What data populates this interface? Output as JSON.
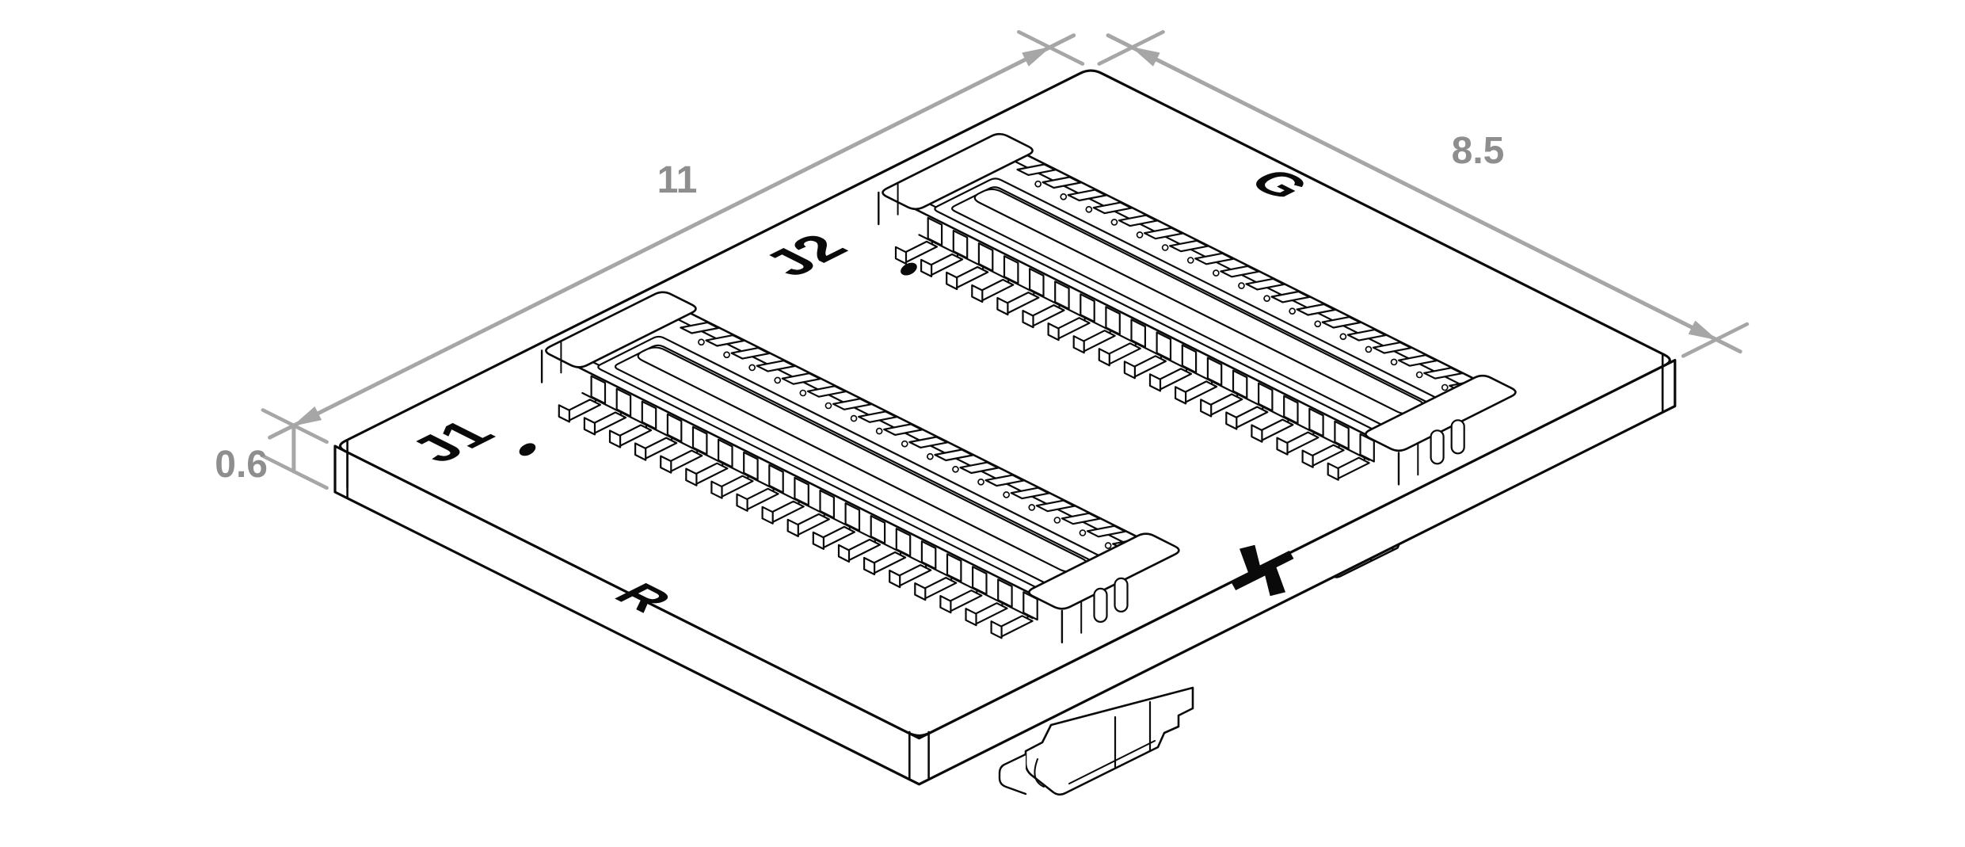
{
  "drawing": {
    "title": "pcb-connector-isometric-drawing",
    "background": "#ffffff",
    "line_color": "#0a0a0a",
    "dimension_color": "#a6a6a6",
    "dimension_text_color": "#8e8e8e",
    "dimensions": {
      "board_length": {
        "value": "11"
      },
      "board_width": {
        "value": "8.5"
      },
      "board_thickness": {
        "value": "0.6"
      }
    },
    "components": [
      {
        "ref": "J1"
      },
      {
        "ref": "J2"
      }
    ],
    "silkscreen": {
      "g_label": "G",
      "r_label": "R"
    },
    "logo": {
      "name": "x-logo"
    }
  }
}
